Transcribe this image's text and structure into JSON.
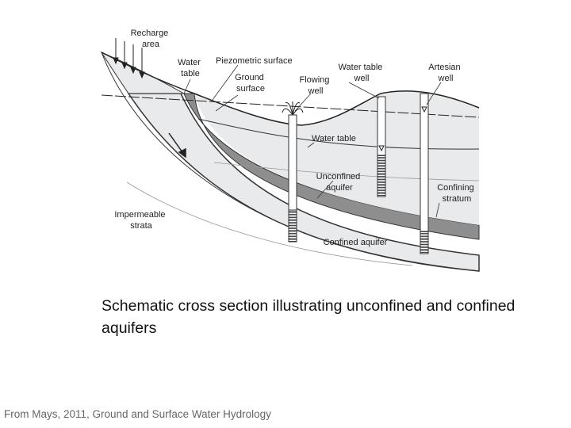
{
  "diagram": {
    "labels": {
      "recharge_area": [
        "Recharge",
        "area"
      ],
      "water_table_top": [
        "Water",
        "table"
      ],
      "piezometric_surface": "Piezometric surface",
      "ground_surface": [
        "Ground",
        "surface"
      ],
      "flowing_well": [
        "Flowing",
        "well"
      ],
      "water_table_well": [
        "Water table",
        "well"
      ],
      "artesian_well": [
        "Artesian",
        "well"
      ],
      "water_table_mid": "Water table",
      "unconfined_aquifer": [
        "Unconfined",
        "aquifer"
      ],
      "confining_stratum": [
        "Confining",
        "stratum"
      ],
      "impermeable_strata": [
        "Impermeable",
        "strata"
      ],
      "confined_aquifer": "Confined aquifer"
    }
  },
  "caption": "Schematic cross section illustrating unconfined and confined aquifers",
  "source": "From Mays, 2011, Ground and Surface Water Hydrology"
}
